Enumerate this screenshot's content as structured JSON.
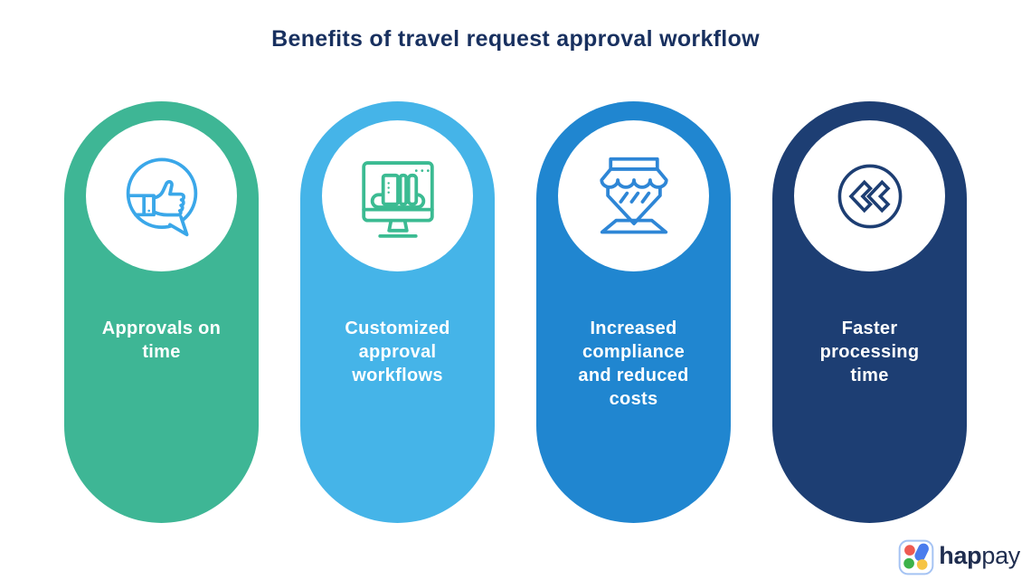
{
  "title": {
    "text": "Benefits of travel request approval workflow",
    "color": "#18305f"
  },
  "background_color": "#ffffff",
  "label_text_color": "#ffffff",
  "cards": [
    {
      "label": "Approvals on\ntime",
      "pill_color": "#3eb695",
      "icon": "thumbs-up-speech-bubble-icon",
      "icon_color": "#3aa7e9"
    },
    {
      "label": "Customized\napproval\nworkflows",
      "pill_color": "#45b4e8",
      "icon": "monitor-cards-icon",
      "icon_color": "#3bbb92"
    },
    {
      "label": "Increased\ncompliance\nand reduced\ncosts",
      "pill_color": "#2086d0",
      "icon": "storefront-pin-icon",
      "icon_color": "#2e86d6"
    },
    {
      "label": "Faster\nprocessing\ntime",
      "pill_color": "#1d3e73",
      "icon": "rewind-chevrons-icon",
      "icon_color": "#1d3e73"
    }
  ],
  "logo": {
    "text_bold": "hap",
    "text_light": "pay",
    "text_color": "#1f2d4f",
    "mark_border_color": "#a5c3f3",
    "mark_red": "#ee5a52",
    "mark_blue": "#4a7ced",
    "mark_green": "#3cb24a",
    "mark_yellow": "#f6c445"
  }
}
